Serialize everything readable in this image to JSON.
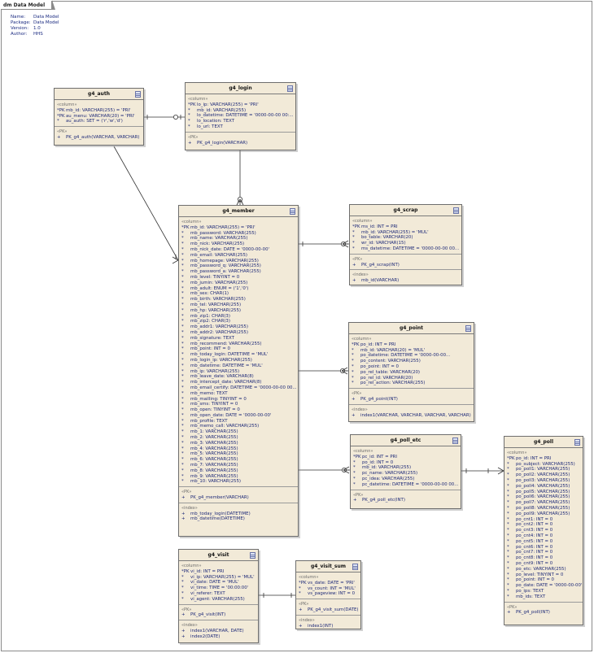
{
  "diagram": {
    "tab": "dm Data Model",
    "meta": [
      {
        "key": "Name:",
        "value": "Data Model"
      },
      {
        "key": "Package:",
        "value": "Data Model"
      },
      {
        "key": "Version:",
        "value": "1.0"
      },
      {
        "key": "Author:",
        "value": "HHS"
      }
    ]
  },
  "entities": [
    {
      "id": "g4_auth",
      "title": "g4_auth",
      "sections": [
        {
          "stereo": "«column»",
          "items": [
            {
              "mark": "*PK",
              "text": "mb_id:  VARCHAR(255) = 'PRI'"
            },
            {
              "mark": "*PK",
              "text": "au_menu:  VARCHAR(20) = 'PRI'"
            },
            {
              "mark": "*",
              "text": "au_auth:  SET = ('r','w','d')"
            }
          ]
        },
        {
          "stereo": "«PK»",
          "items": [
            {
              "mark": "+",
              "text": "PK_g4_auth(VARCHAR, VARCHAR)"
            }
          ]
        }
      ]
    },
    {
      "id": "g4_login",
      "title": "g4_login",
      "sections": [
        {
          "stereo": "«column»",
          "items": [
            {
              "mark": "*PK",
              "text": "lo_ip:  VARCHAR(255) = 'PRI'"
            },
            {
              "mark": "*",
              "text": "mb_id:  VARCHAR(255)"
            },
            {
              "mark": "*",
              "text": "lo_datetime:  DATETIME = '0000-00-00 00:..."
            },
            {
              "mark": "*",
              "text": "lo_location:  TEXT"
            },
            {
              "mark": "*",
              "text": "lo_url:  TEXT"
            }
          ]
        },
        {
          "stereo": "«PK»",
          "items": [
            {
              "mark": "+",
              "text": "PK_g4_login(VARCHAR)"
            }
          ]
        }
      ]
    },
    {
      "id": "g4_member",
      "title": "g4_member",
      "sections": [
        {
          "stereo": "«column»",
          "items": [
            {
              "mark": "*PK",
              "text": "mb_id:  VARCHAR(255) = 'PRI'"
            },
            {
              "mark": "*",
              "text": "mb_password:  VARCHAR(255)"
            },
            {
              "mark": "*",
              "text": "mb_name:  VARCHAR(255)"
            },
            {
              "mark": "*",
              "text": "mb_nick:  VARCHAR(255)"
            },
            {
              "mark": "*",
              "text": "mb_nick_date:  DATE = '0000-00-00'"
            },
            {
              "mark": "*",
              "text": "mb_email:  VARCHAR(255)"
            },
            {
              "mark": "*",
              "text": "mb_homepage:  VARCHAR(255)"
            },
            {
              "mark": "*",
              "text": "mb_password_q:  VARCHAR(255)"
            },
            {
              "mark": "*",
              "text": "mb_password_a:  VARCHAR(255)"
            },
            {
              "mark": "*",
              "text": "mb_level:  TINYINT = 0"
            },
            {
              "mark": "*",
              "text": "mb_jumin:  VARCHAR(255)"
            },
            {
              "mark": "*",
              "text": "mb_adult:  ENUM = ('1','0')"
            },
            {
              "mark": "*",
              "text": "mb_sex:  CHAR(1)"
            },
            {
              "mark": "*",
              "text": "mb_birth:  VARCHAR(255)"
            },
            {
              "mark": "*",
              "text": "mb_tel:  VARCHAR(255)"
            },
            {
              "mark": "*",
              "text": "mb_hp:  VARCHAR(255)"
            },
            {
              "mark": "*",
              "text": "mb_zip1:  CHAR(3)"
            },
            {
              "mark": "*",
              "text": "mb_zip2:  CHAR(3)"
            },
            {
              "mark": "*",
              "text": "mb_addr1:  VARCHAR(255)"
            },
            {
              "mark": "*",
              "text": "mb_addr2:  VARCHAR(255)"
            },
            {
              "mark": "*",
              "text": "mb_signature:  TEXT"
            },
            {
              "mark": "*",
              "text": "mb_recommend:  VARCHAR(255)"
            },
            {
              "mark": "*",
              "text": "mb_point:  INT = 0"
            },
            {
              "mark": "*",
              "text": "mb_today_login:  DATETIME = 'MUL'"
            },
            {
              "mark": "*",
              "text": "mb_login_ip:  VARCHAR(255)"
            },
            {
              "mark": "*",
              "text": "mb_datetime:  DATETIME = 'MUL'"
            },
            {
              "mark": "*",
              "text": "mb_ip:  VARCHAR(255)"
            },
            {
              "mark": "*",
              "text": "mb_leave_date:  VARCHAR(8)"
            },
            {
              "mark": "*",
              "text": "mb_intercept_date:  VARCHAR(8)"
            },
            {
              "mark": "*",
              "text": "mb_email_certify:  DATETIME = '0000-00-00 00..."
            },
            {
              "mark": "*",
              "text": "mb_memo:  TEXT"
            },
            {
              "mark": "*",
              "text": "mb_mailling:  TINYINT = 0"
            },
            {
              "mark": "*",
              "text": "mb_sms:  TINYINT = 0"
            },
            {
              "mark": "*",
              "text": "mb_open:  TINYINT = 0"
            },
            {
              "mark": "*",
              "text": "mb_open_date:  DATE = '0000-00-00'"
            },
            {
              "mark": "*",
              "text": "mb_profile:  TEXT"
            },
            {
              "mark": "*",
              "text": "mb_memo_call:  VARCHAR(255)"
            },
            {
              "mark": "*",
              "text": "mb_1:  VARCHAR(255)"
            },
            {
              "mark": "*",
              "text": "mb_2:  VARCHAR(255)"
            },
            {
              "mark": "*",
              "text": "mb_3:  VARCHAR(255)"
            },
            {
              "mark": "*",
              "text": "mb_4:  VARCHAR(255)"
            },
            {
              "mark": "*",
              "text": "mb_5:  VARCHAR(255)"
            },
            {
              "mark": "*",
              "text": "mb_6:  VARCHAR(255)"
            },
            {
              "mark": "*",
              "text": "mb_7:  VARCHAR(255)"
            },
            {
              "mark": "*",
              "text": "mb_8:  VARCHAR(255)"
            },
            {
              "mark": "*",
              "text": "mb_9:  VARCHAR(255)"
            },
            {
              "mark": "*",
              "text": "mb_10:  VARCHAR(255)"
            }
          ]
        },
        {
          "stereo": "«PK»",
          "items": [
            {
              "mark": "+",
              "text": "PK_g4_member(VARCHAR)"
            }
          ]
        },
        {
          "stereo": "«index»",
          "items": [
            {
              "mark": "+",
              "text": "mb_today_login(DATETIME)"
            },
            {
              "mark": "+",
              "text": "mb_datetime(DATETIME)"
            }
          ]
        }
      ]
    },
    {
      "id": "g4_scrap",
      "title": "g4_scrap",
      "sections": [
        {
          "stereo": "«column»",
          "items": [
            {
              "mark": "*PK",
              "text": "ms_id:  INT = PRI"
            },
            {
              "mark": "*",
              "text": "mb_id:  VARCHAR(255) = 'MUL'"
            },
            {
              "mark": "*",
              "text": "bo_table:  VARCHAR(20)"
            },
            {
              "mark": "*",
              "text": "wr_id:  VARCHAR(15)"
            },
            {
              "mark": "*",
              "text": "ms_datetime:  DATETIME = '0000-00-00 00..."
            }
          ]
        },
        {
          "stereo": "«PK»",
          "items": [
            {
              "mark": "+",
              "text": "PK_g4_scrap(INT)"
            }
          ]
        },
        {
          "stereo": "«index»",
          "items": [
            {
              "mark": "+",
              "text": "mb_id(VARCHAR)"
            }
          ]
        }
      ]
    },
    {
      "id": "g4_point",
      "title": "g4_point",
      "sections": [
        {
          "stereo": "«column»",
          "items": [
            {
              "mark": "*PK",
              "text": "po_id:  INT = PRI"
            },
            {
              "mark": "*",
              "text": "mb_id:  VARCHAR(20) = 'MUL'"
            },
            {
              "mark": "*",
              "text": "po_datetime:  DATETIME = '0000-00-00..."
            },
            {
              "mark": "*",
              "text": "po_content:  VARCHAR(255)"
            },
            {
              "mark": "*",
              "text": "po_point:  INT = 0"
            },
            {
              "mark": "*",
              "text": "po_rel_table:  VARCHAR(20)"
            },
            {
              "mark": "*",
              "text": "po_rel_id:  VARCHAR(20)"
            },
            {
              "mark": "*",
              "text": "po_rel_action:  VARCHAR(255)"
            }
          ]
        },
        {
          "stereo": "«PK»",
          "items": [
            {
              "mark": "+",
              "text": "PK_g4_point(INT)"
            }
          ]
        },
        {
          "stereo": "«index»",
          "items": [
            {
              "mark": "+",
              "text": "index1(VARCHAR, VARCHAR, VARCHAR, VARCHAR)"
            }
          ]
        }
      ]
    },
    {
      "id": "g4_poll_etc",
      "title": "g4_poll_etc",
      "sections": [
        {
          "stereo": "«column»",
          "items": [
            {
              "mark": "*PK",
              "text": "pc_id:  INT = PRI"
            },
            {
              "mark": "*",
              "text": "po_id:  INT = 0"
            },
            {
              "mark": "*",
              "text": "mb_id:  VARCHAR(255)"
            },
            {
              "mark": "*",
              "text": "pc_name:  VARCHAR(255)"
            },
            {
              "mark": "*",
              "text": "pc_idea:  VARCHAR(255)"
            },
            {
              "mark": "*",
              "text": "pc_datetime:  DATETIME = '0000-00-00 00..."
            }
          ]
        },
        {
          "stereo": "«PK»",
          "items": [
            {
              "mark": "+",
              "text": "PK_g4_poll_etc(INT)"
            }
          ]
        }
      ]
    },
    {
      "id": "g4_poll",
      "title": "g4_poll",
      "sections": [
        {
          "stereo": "«column»",
          "items": [
            {
              "mark": "*PK",
              "text": "po_id:  INT = PRI"
            },
            {
              "mark": "*",
              "text": "po_subject:  VARCHAR(255)"
            },
            {
              "mark": "*",
              "text": "po_poll1:  VARCHAR(255)"
            },
            {
              "mark": "*",
              "text": "po_poll2:  VARCHAR(255)"
            },
            {
              "mark": "*",
              "text": "po_poll3:  VARCHAR(255)"
            },
            {
              "mark": "*",
              "text": "po_poll4:  VARCHAR(255)"
            },
            {
              "mark": "*",
              "text": "po_poll5:  VARCHAR(255)"
            },
            {
              "mark": "*",
              "text": "po_poll6:  VARCHAR(255)"
            },
            {
              "mark": "*",
              "text": "po_poll7:  VARCHAR(255)"
            },
            {
              "mark": "*",
              "text": "po_poll8:  VARCHAR(255)"
            },
            {
              "mark": "*",
              "text": "po_poll9:  VARCHAR(255)"
            },
            {
              "mark": "*",
              "text": "po_cnt1:  INT = 0"
            },
            {
              "mark": "*",
              "text": "po_cnt2:  INT = 0"
            },
            {
              "mark": "*",
              "text": "po_cnt3:  INT = 0"
            },
            {
              "mark": "*",
              "text": "po_cnt4:  INT = 0"
            },
            {
              "mark": "*",
              "text": "po_cnt5:  INT = 0"
            },
            {
              "mark": "*",
              "text": "po_cnt6:  INT = 0"
            },
            {
              "mark": "*",
              "text": "po_cnt7:  INT = 0"
            },
            {
              "mark": "*",
              "text": "po_cnt8:  INT = 0"
            },
            {
              "mark": "*",
              "text": "po_cnt9:  INT = 0"
            },
            {
              "mark": "*",
              "text": "po_etc:  VARCHAR(255)"
            },
            {
              "mark": "*",
              "text": "po_level:  TINYINT = 0"
            },
            {
              "mark": "*",
              "text": "po_point:  INT = 0"
            },
            {
              "mark": "*",
              "text": "po_date:  DATE = '0000-00-00'"
            },
            {
              "mark": "*",
              "text": "po_ips:  TEXT"
            },
            {
              "mark": "*",
              "text": "mb_ids:  TEXT"
            }
          ]
        },
        {
          "stereo": "«PK»",
          "items": [
            {
              "mark": "+",
              "text": "PK_g4_poll(INT)"
            }
          ]
        }
      ]
    },
    {
      "id": "g4_visit",
      "title": "g4_visit",
      "sections": [
        {
          "stereo": "«column»",
          "items": [
            {
              "mark": "*PK",
              "text": "vi_id:  INT = PRI"
            },
            {
              "mark": "*",
              "text": "vi_ip:  VARCHAR(255) = 'MUL'"
            },
            {
              "mark": "*",
              "text": "vi_date:  DATE = 'MUL'"
            },
            {
              "mark": "*",
              "text": "vi_time:  TIME = '00:00:00'"
            },
            {
              "mark": "*",
              "text": "vi_referer:  TEXT"
            },
            {
              "mark": "*",
              "text": "vi_agent:  VARCHAR(255)"
            }
          ]
        },
        {
          "stereo": "«PK»",
          "items": [
            {
              "mark": "+",
              "text": "PK_g4_visit(INT)"
            }
          ]
        },
        {
          "stereo": "«index»",
          "items": [
            {
              "mark": "+",
              "text": "index1(VARCHAR, DATE)"
            },
            {
              "mark": "+",
              "text": "index2(DATE)"
            }
          ]
        }
      ]
    },
    {
      "id": "g4_visit_sum",
      "title": "g4_visit_sum",
      "sections": [
        {
          "stereo": "«column»",
          "items": [
            {
              "mark": "*PK",
              "text": "vs_date:  DATE = 'PRI'"
            },
            {
              "mark": "*",
              "text": "vs_count:  INT = 'MUL'"
            },
            {
              "mark": "*",
              "text": "vs_pageview:  INT = 0"
            }
          ]
        },
        {
          "stereo": "«PK»",
          "items": [
            {
              "mark": "+",
              "text": "PK_g4_visit_sum(DATE)"
            }
          ]
        },
        {
          "stereo": "«index»",
          "items": [
            {
              "mark": "+",
              "text": "index1(INT)"
            }
          ]
        }
      ]
    }
  ]
}
